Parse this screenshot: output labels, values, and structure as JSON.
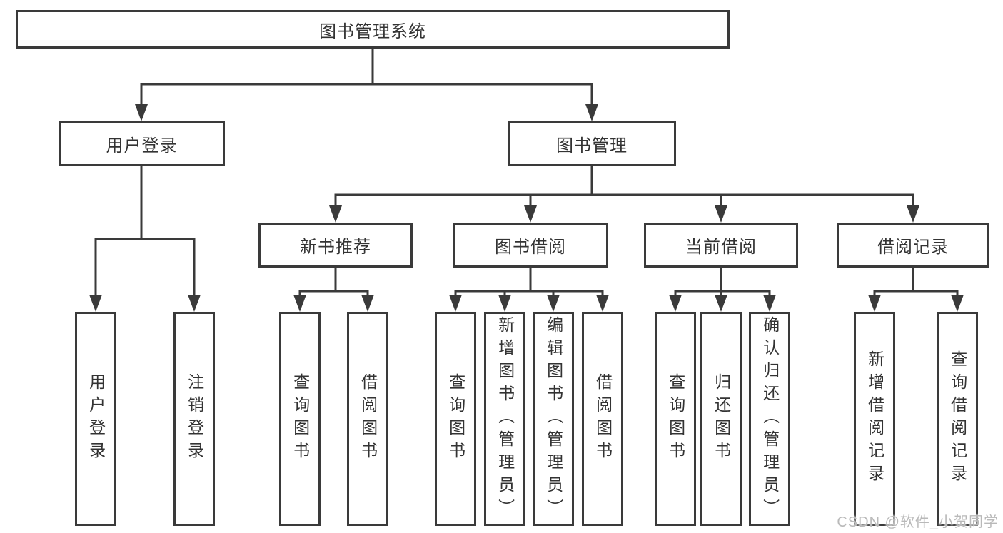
{
  "title": "图书管理系统",
  "tree": {
    "label": "图书管理系统",
    "children": [
      {
        "label": "用户登录",
        "children": [
          {
            "label": "用户登录"
          },
          {
            "label": "注销登录"
          }
        ]
      },
      {
        "label": "图书管理",
        "children": [
          {
            "label": "新书推荐",
            "children": [
              {
                "label": "查询图书"
              },
              {
                "label": "借阅图书"
              }
            ]
          },
          {
            "label": "图书借阅",
            "children": [
              {
                "label": "查询图书"
              },
              {
                "label": "新增图书（管理员）"
              },
              {
                "label": "编辑图书（管理员）"
              },
              {
                "label": "借阅图书"
              }
            ]
          },
          {
            "label": "当前借阅",
            "children": [
              {
                "label": "查询图书"
              },
              {
                "label": "归还图书"
              },
              {
                "label": "确认归还（管理员）"
              }
            ]
          },
          {
            "label": "借阅记录",
            "children": [
              {
                "label": "新增借阅记录"
              },
              {
                "label": "查询借阅记录"
              }
            ]
          }
        ]
      }
    ]
  },
  "watermark": "CSDN @软件_小贺同学",
  "colors": {
    "line": "#3a3a3a",
    "text": "#333333",
    "watermark": "#b9b9b9",
    "background": "#ffffff"
  }
}
